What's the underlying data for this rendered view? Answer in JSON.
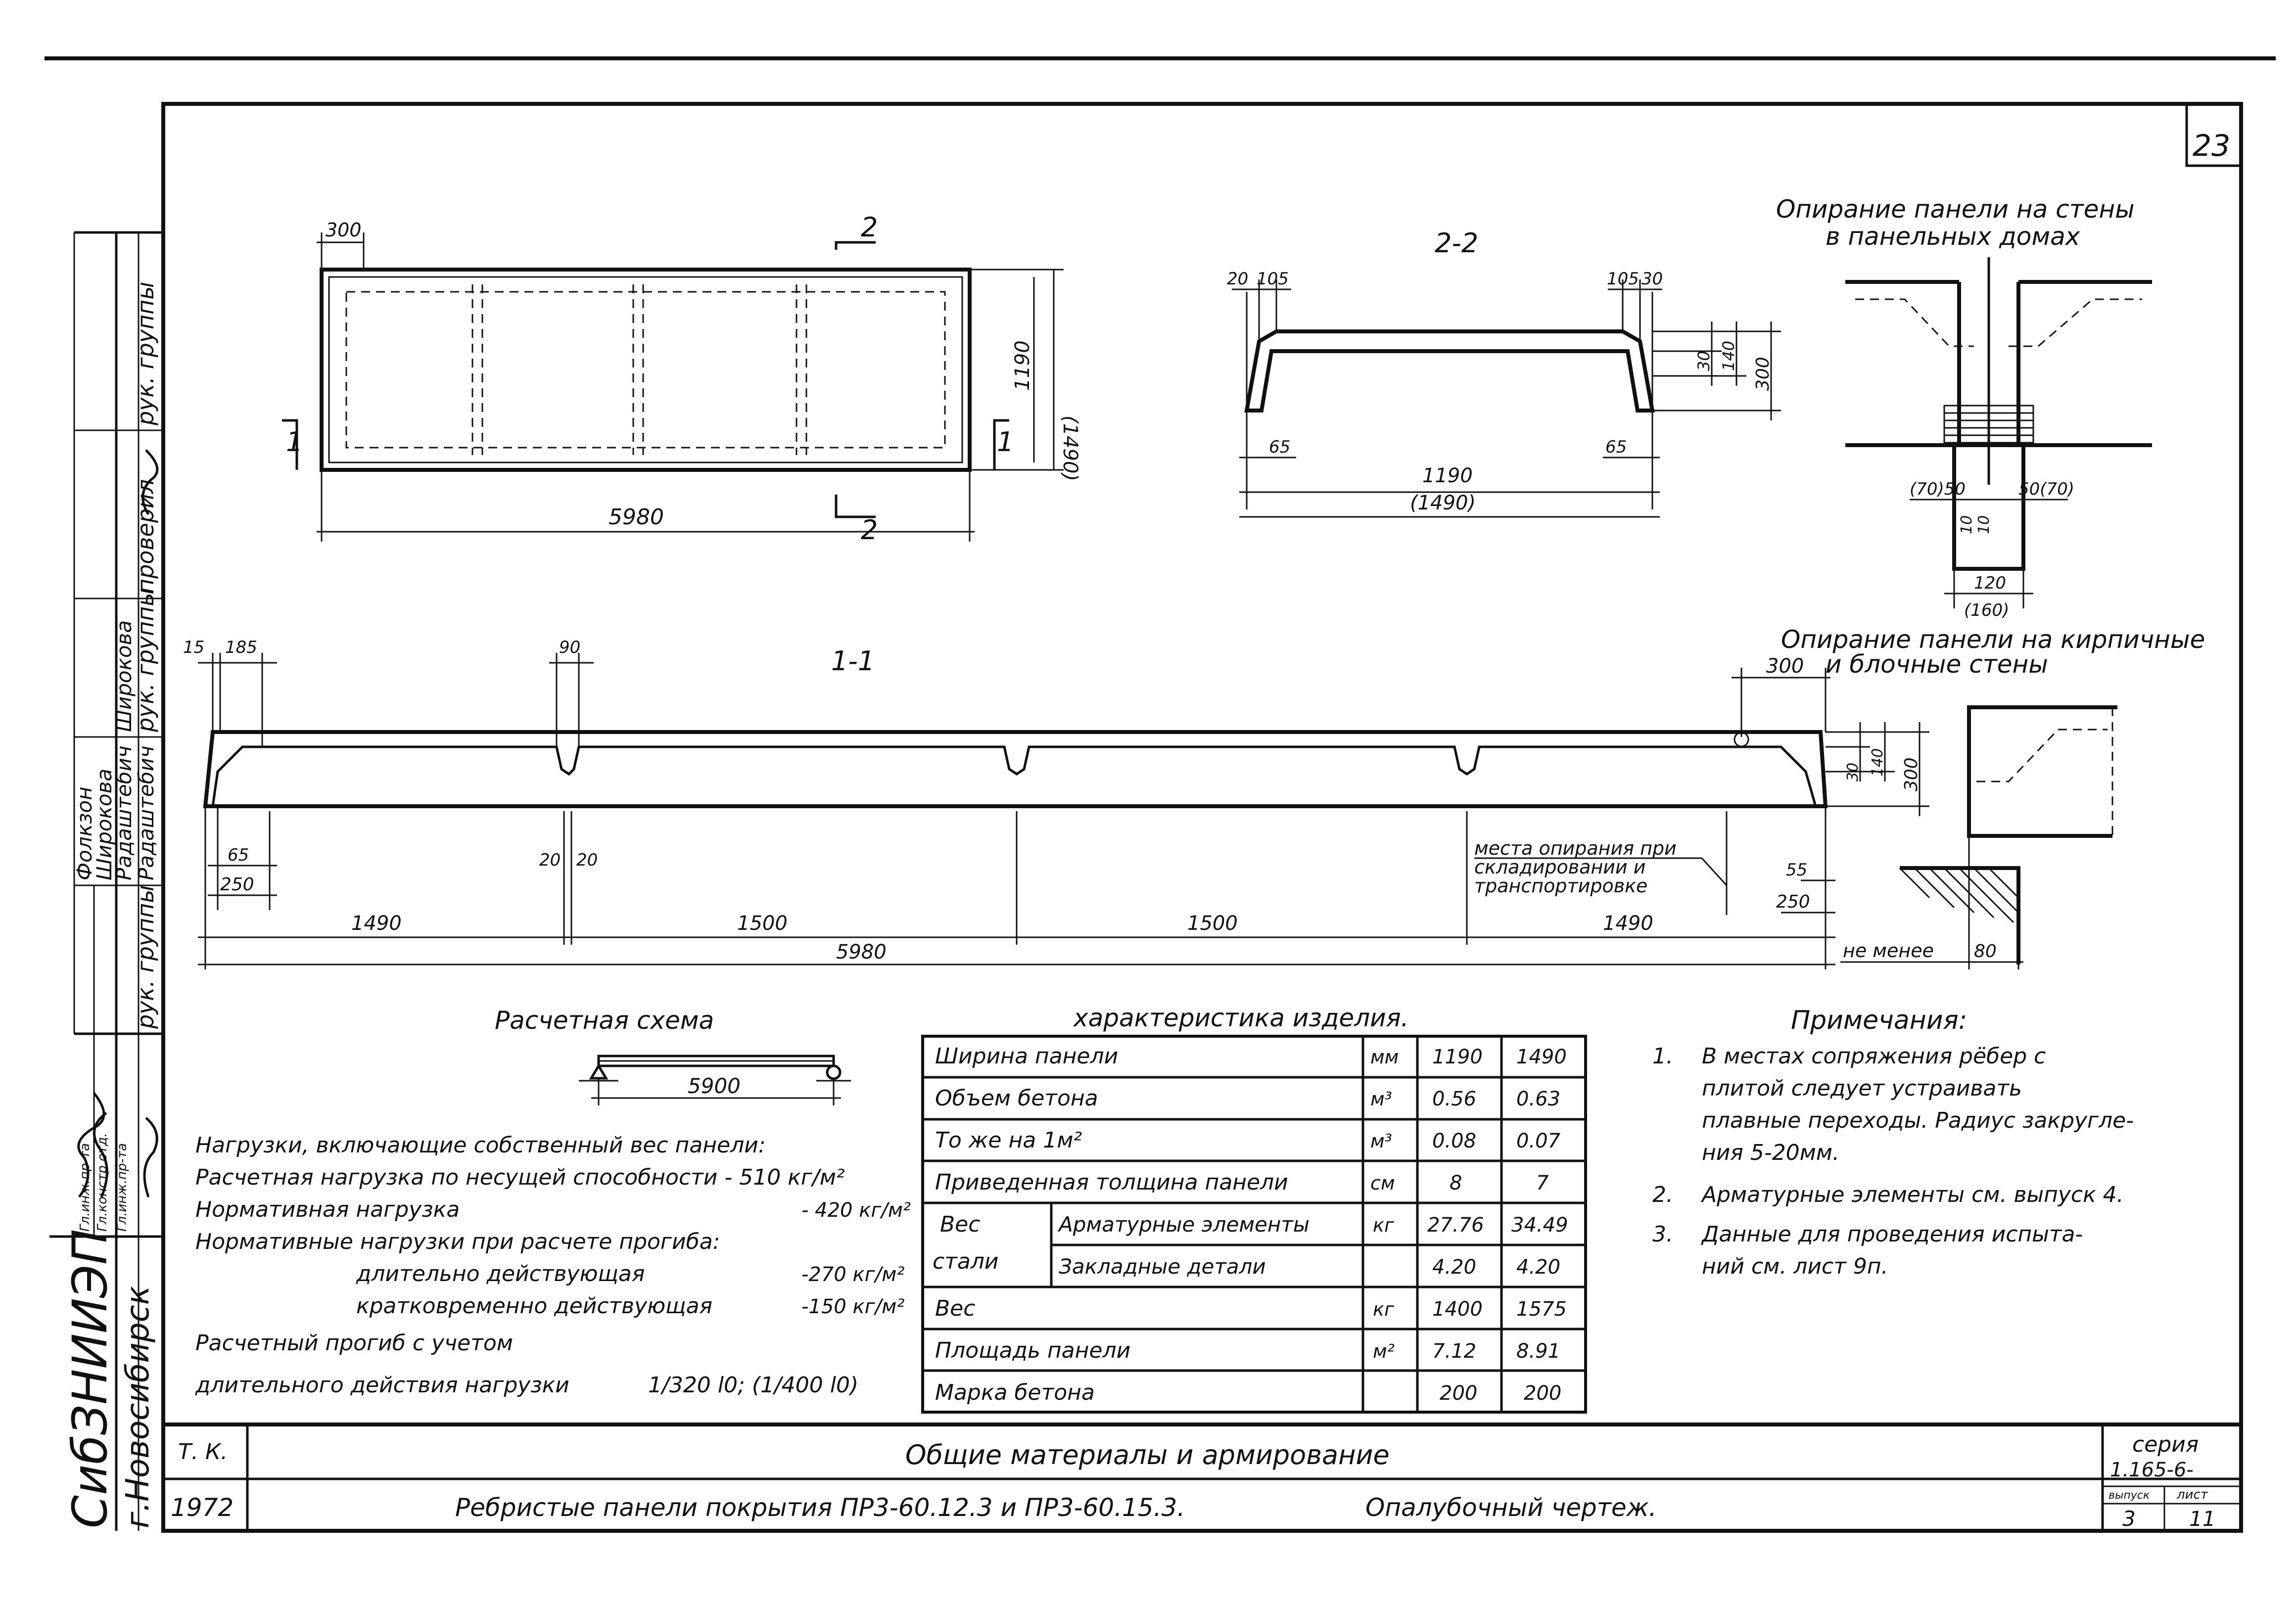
{
  "page_number": "23",
  "side_stamp": {
    "org": "СибЗНИИЭП",
    "city": "г.Новосибирск",
    "roles": [
      "рук. группы",
      "проверил",
      "рук. группы",
      "рук. группы"
    ],
    "names": [
      "Радаштебич",
      "Широкова",
      "Фолкзон",
      "Широкова",
      "Радаштебич"
    ],
    "rows": [
      "Гл.инж.пр-та",
      "Гл.констр.отд.",
      "Гл.инж.пр-та"
    ]
  },
  "views": {
    "plan": {
      "dim_300": "300",
      "dim_1190": "1190",
      "dim_1490": "(1490)",
      "dim_5980": "5980",
      "cut_2": "2",
      "cut_1": "1"
    },
    "section_2_2": {
      "title": "2-2",
      "dim_20": "20",
      "dim_105": "105",
      "dim_105b": "105",
      "dim_30": "30",
      "dim_30b": "30",
      "dim_140": "140",
      "dim_300": "300",
      "dim_65": "65",
      "dim_65b": "65",
      "dim_1190": "1190",
      "dim_1490": "(1490)"
    },
    "section_1_1": {
      "title": "1-1",
      "dim_15": "15",
      "dim_185": "185",
      "dim_90": "90",
      "dim_65": "65",
      "dim_250": "250",
      "dim_20a": "20",
      "dim_20b": "20",
      "dim_1490a": "1490",
      "dim_1500a": "1500",
      "dim_1500b": "1500",
      "dim_1490b": "1490",
      "dim_5980": "5980",
      "dim_300": "300",
      "dim_30": "30",
      "dim_140": "140",
      "dim_300v": "300",
      "dim_55": "55",
      "dim_250b": "250",
      "support_note": [
        "места опирания при",
        "складировании и",
        "транспортировке"
      ]
    },
    "support_panel": {
      "title": [
        "Опирание панели на стены",
        "в панельных домах"
      ],
      "dim_70_50": "(70)50",
      "dim_50_70": "50(70)",
      "dim_10a": "10",
      "dim_10b": "10",
      "dim_120": "120",
      "dim_160": "(160)"
    },
    "support_brick": {
      "title": [
        "Опирание панели на кирпичные",
        "и блочные стены"
      ],
      "not_less": "не менее",
      "dim_80": "80"
    }
  },
  "design_scheme": {
    "title": "Расчетная схема",
    "span": "5900"
  },
  "loads": [
    "Нагрузки, включающие собственный вес панели:",
    "Расчетная нагрузка по несущей способности - 510 кг/м²",
    "Нормативная нагрузка",
    "- 420 кг/м²",
    "Нормативные нагрузки при расчете прогиба:",
    "длительно действующая",
    "-270 кг/м²",
    "кратковременно действующая",
    "-150 кг/м²",
    "Расчетный прогиб с учетом",
    "длительного действия нагрузки",
    "1/320 l0; (1/400 l0)"
  ],
  "characteristics": {
    "title": "характеристика изделия.",
    "rows": [
      {
        "name": "Ширина панели",
        "unit": "мм",
        "v1": "1190",
        "v2": "1490"
      },
      {
        "name": "Объем бетона",
        "unit": "м³",
        "v1": "0.56",
        "v2": "0.63"
      },
      {
        "name": "То же на 1м²",
        "unit": "м³",
        "v1": "0.08",
        "v2": "0.07"
      },
      {
        "name": "Приведенная толщина панели",
        "unit": "см",
        "v1": "8",
        "v2": "7"
      },
      {
        "name": "Арматурные элементы",
        "unit": "кг",
        "v1": "27.76",
        "v2": "34.49"
      },
      {
        "name": "Закладные детали",
        "unit": "",
        "v1": "4.20",
        "v2": "4.20"
      },
      {
        "name": "Вес",
        "unit": "кг",
        "v1": "1400",
        "v2": "1575"
      },
      {
        "name": "Площадь панели",
        "unit": "м²",
        "v1": "7.12",
        "v2": "8.91"
      },
      {
        "name": "Марка бетона",
        "unit": "",
        "v1": "200",
        "v2": "200"
      }
    ],
    "steel_label": [
      "Вес",
      "стали"
    ]
  },
  "notes": {
    "title": "Примечания:",
    "items": [
      {
        "n": "1.",
        "lines": [
          "В местах сопряжения рёбер с",
          "плитой следует устраивать",
          "плавные переходы. Радиус закругле-",
          "ния 5-20мм."
        ]
      },
      {
        "n": "2.",
        "lines": [
          "Арматурные элементы см. выпуск 4."
        ]
      },
      {
        "n": "3.",
        "lines": [
          "Данные для проведения испыта-",
          "ний см. лист 9п."
        ]
      }
    ]
  },
  "title_block": {
    "tk": "Т. К.",
    "year": "1972",
    "title1": "Общие материалы и армирование",
    "title2": "Ребристые панели покрытия ПР3-60.12.3 и ПР3-60.15.3.",
    "title3": "Опалубочный чертеж.",
    "series_label": "серия",
    "series_value": "1.165-6-",
    "issue_label": "выпуск",
    "issue_value": "3",
    "sheet_label": "лист",
    "sheet_value": "11"
  }
}
